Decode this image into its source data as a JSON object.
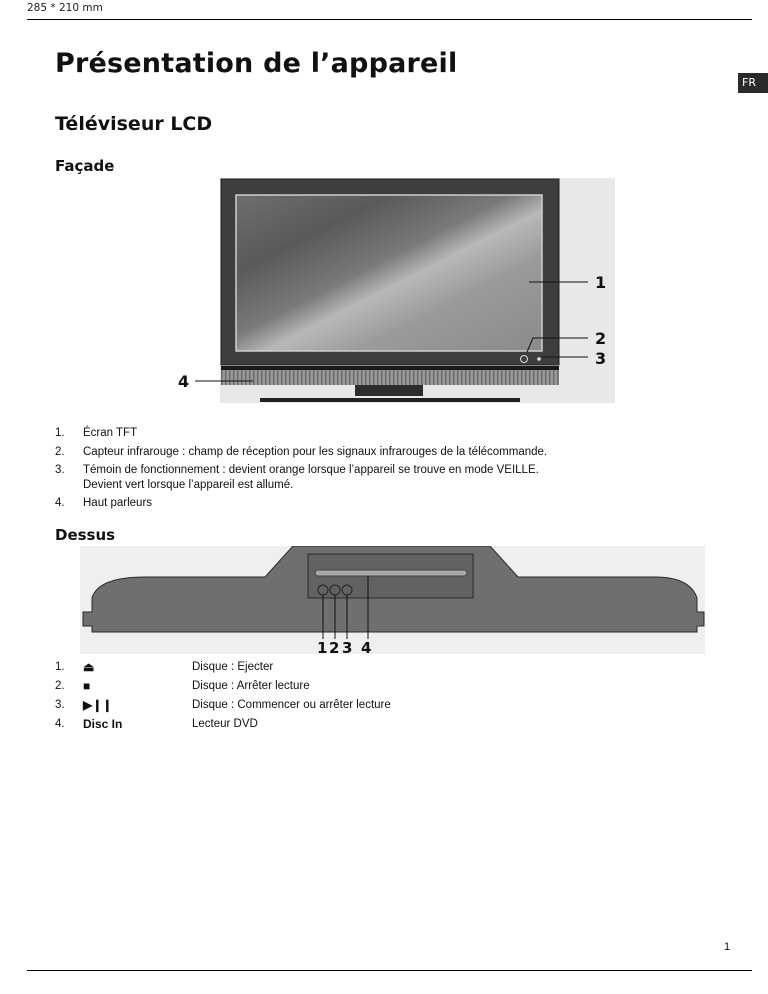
{
  "header": {
    "page_size": "285 * 210 mm",
    "lang_badge": "FR"
  },
  "title": "Présentation de l’appareil",
  "subtitle": "Téléviseur LCD",
  "front": {
    "heading": "Façade",
    "callouts": [
      "1",
      "2",
      "3",
      "4"
    ],
    "items": [
      {
        "num": "1.",
        "text": "Écran TFT"
      },
      {
        "num": "2.",
        "text": "Capteur infrarouge : champ de réception pour les signaux infrarouges de la télécommande."
      },
      {
        "num": "3.",
        "text": "Témoin de fonctionnement : devient orange lorsque l’appareil se trouve en mode VEILLE.",
        "text2": "Devient vert lorsque l’appareil est allumé."
      },
      {
        "num": "4.",
        "text": "Haut parleurs"
      }
    ]
  },
  "top": {
    "heading": "Dessus",
    "callouts": [
      "1",
      "2",
      "3",
      "4"
    ],
    "controls": [
      {
        "num": "1.",
        "symbol": "⏏",
        "icon": "eject-icon",
        "desc": "Disque : Ejecter"
      },
      {
        "num": "2.",
        "symbol": "■",
        "icon": "stop-icon",
        "desc": "Disque : Arrêter lecture"
      },
      {
        "num": "3.",
        "symbol": "▶❙❙",
        "icon": "play-pause-icon",
        "desc": "Disque : Commencer ou arrêter lecture"
      },
      {
        "num": "4.",
        "symbol": "Disc In",
        "icon": "",
        "desc": "Lecteur DVD"
      }
    ]
  },
  "page_number": "1"
}
